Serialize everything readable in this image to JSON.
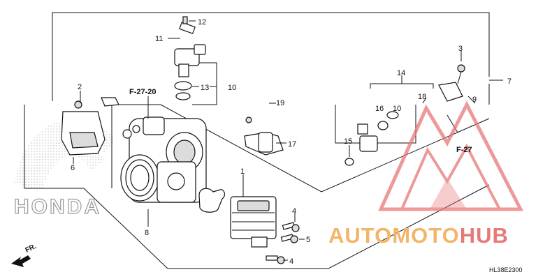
{
  "callouts": [
    "12",
    "11",
    "10",
    "13",
    "3",
    "7",
    "2",
    "14",
    "18",
    "9",
    "19",
    "16",
    "10",
    "17",
    "15",
    "6",
    "1",
    "8",
    "4",
    "5",
    "4"
  ],
  "references": [
    "F-27-20",
    "F-27"
  ],
  "diagram_code": "HL38E2300",
  "watermark": {
    "brand_part1": "AUTOMOTO",
    "brand_part2": "HUB",
    "brand_color1": "#f2b66a",
    "brand_color2": "#e47b7b",
    "logo_color": "#e87878",
    "honda_text": "HONDA"
  },
  "direction": {
    "label": "FR.",
    "icon": "arrow-icon"
  }
}
